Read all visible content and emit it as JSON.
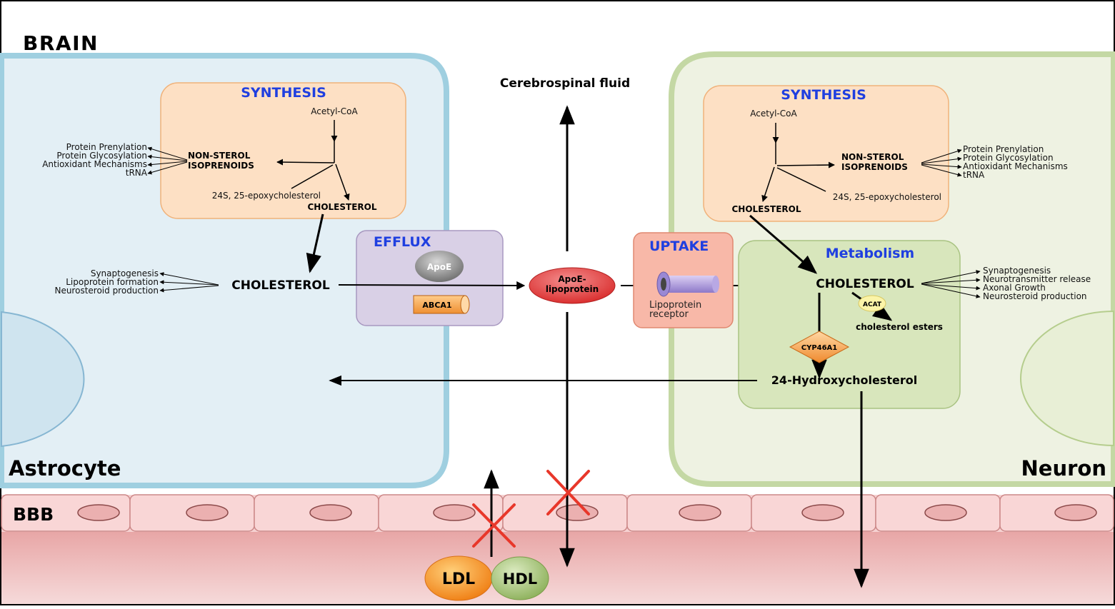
{
  "brain_label": "BRAIN",
  "csf_label": "Cerebrospinal fluid",
  "bbb_label": "BBB",
  "astrocyte": {
    "label": "Astrocyte",
    "synthesis_title": "SYNTHESIS",
    "acetyl_coa": "Acetyl-CoA",
    "non_sterol_line1": "NON-STEROL",
    "non_sterol_line2": "ISOPRENOIDS",
    "functions": [
      "Protein Prenylation",
      "Protein Glycosylation",
      "Antioxidant Mechanisms",
      "tRNA"
    ],
    "epoxy": "24S, 25-epoxycholesterol",
    "cholesterol_small": "CHOLESTEROL",
    "cholesterol_main": "CHOLESTEROL",
    "cholesterol_roles": [
      "Synaptogenesis",
      "Lipoprotein formation",
      "Neurosteroid production"
    ]
  },
  "efflux": {
    "title": "EFFLUX",
    "apoe": "ApoE",
    "abca1": "ABCA1"
  },
  "apoe_lipoprotein": {
    "line1": "ApoE-",
    "line2": "lipoprotein"
  },
  "uptake": {
    "title": "UPTAKE",
    "receptor_line1": "Lipoprotein",
    "receptor_line2": "receptor"
  },
  "neuron": {
    "label": "Neuron",
    "synthesis_title": "SYNTHESIS",
    "acetyl_coa": "Acetyl-CoA",
    "non_sterol_line1": "NON-STEROL",
    "non_sterol_line2": "ISOPRENOIDS",
    "functions": [
      "Protein Prenylation",
      "Protein Glycosylation",
      "Antioxidant Mechanisms",
      "tRNA"
    ],
    "epoxy": "24S, 25-epoxycholesterol",
    "cholesterol_small": "CHOLESTEROL",
    "metabolism_title": "Metabolism",
    "cholesterol_main": "CHOLESTEROL",
    "acat": "ACAT",
    "esters": "cholesterol esters",
    "cyp": "CYP46A1",
    "hydroxy": "24-Hydroxycholesterol",
    "cholesterol_roles": [
      "Synaptogenesis",
      "Neurotransmitter release",
      "Axonal Growth",
      "Neurosteroid production"
    ]
  },
  "ldl": "LDL",
  "hdl": "HDL",
  "colors": {
    "astrocyte_fill": "#e3eff5",
    "astrocyte_border": "#9fcfe0",
    "neuron_fill": "#eef2e2",
    "neuron_border": "#c4d8a4",
    "synthesis_fill": "#fde0c4",
    "efflux_fill": "#d9d0e6",
    "uptake_fill": "#f8b8a8",
    "metabolism_fill": "#d8e6bc",
    "blood_fill": "#f2c6c6",
    "title_blue": "#1f3fe0",
    "cross_red": "#e8372a"
  }
}
